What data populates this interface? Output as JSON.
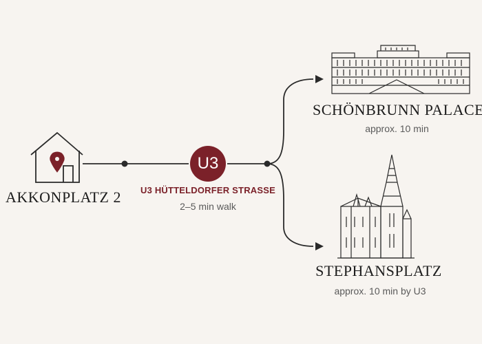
{
  "start": {
    "title": "AKKONPLATZ 2",
    "icon": "house-with-location-pin-icon"
  },
  "station": {
    "badge": "U3",
    "name": "U3 HÜTTELDORFER STRASSE",
    "walk": "2–5 min walk",
    "color": "#7b2129"
  },
  "destinations": [
    {
      "title": "SCHÖNBRUNN PALACE",
      "time": "approx. 10 min",
      "icon": "schonbrunn-palace-illustration"
    },
    {
      "title": "STEPHANSPLATZ",
      "time": "approx. 10 min by U3",
      "icon": "st-stephens-cathedral-illustration"
    }
  ],
  "colors": {
    "background": "#f7f4f0",
    "line": "#2a2a2a",
    "accent": "#7b2129"
  }
}
